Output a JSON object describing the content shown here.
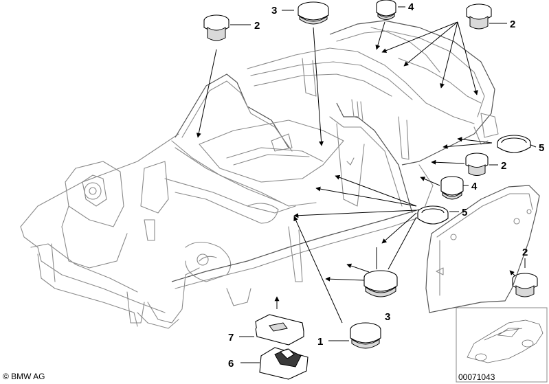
{
  "diagram": {
    "callouts": [
      {
        "id": "c2a",
        "number": "2"
      },
      {
        "id": "c3a",
        "number": "3"
      },
      {
        "id": "c4a",
        "number": "4"
      },
      {
        "id": "c2b",
        "number": "2"
      },
      {
        "id": "c5a",
        "number": "5"
      },
      {
        "id": "c2c",
        "number": "2"
      },
      {
        "id": "c4b",
        "number": "4"
      },
      {
        "id": "c5b",
        "number": "5"
      },
      {
        "id": "c2d",
        "number": "2"
      },
      {
        "id": "c3b",
        "number": "3"
      },
      {
        "id": "c7",
        "number": "7"
      },
      {
        "id": "c1",
        "number": "1"
      },
      {
        "id": "c6",
        "number": "6"
      }
    ]
  },
  "footer": {
    "copyright": "© BMW AG",
    "image_number": "00071043"
  }
}
